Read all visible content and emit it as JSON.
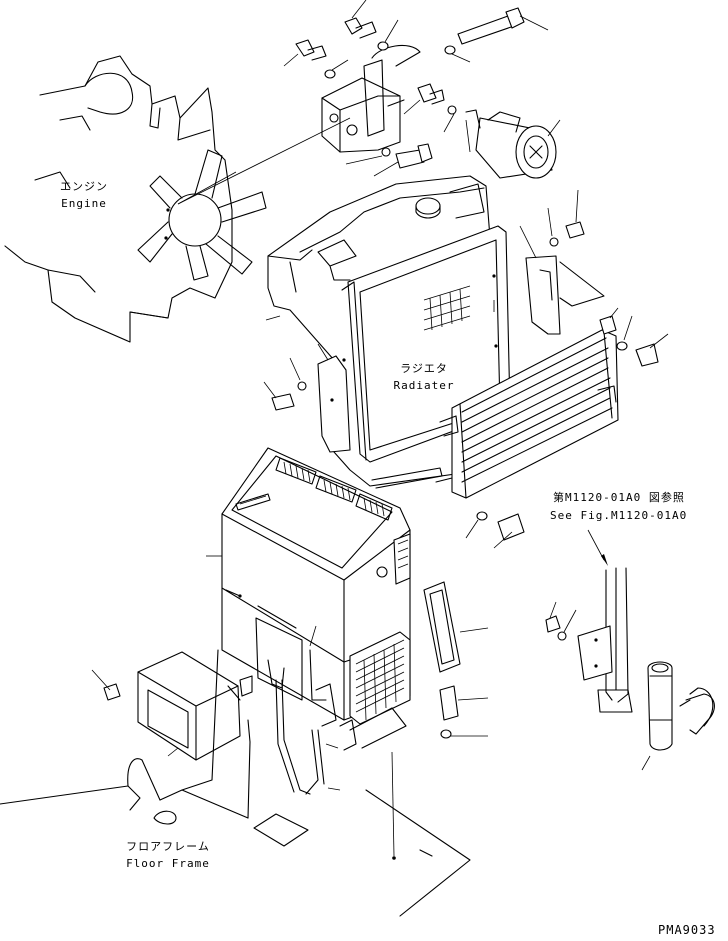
{
  "labels": {
    "engine_jp": "エンジン",
    "engine_en": "Engine",
    "radiator_jp": "ラジエタ",
    "radiator_en": "Radiater",
    "ref_jp": "第M1120-01A0 図参照",
    "ref_en": "See Fig.M1120-01A0",
    "floor_jp": "フロアフレーム",
    "floor_en": "Floor Frame",
    "code": "PMA9033"
  }
}
